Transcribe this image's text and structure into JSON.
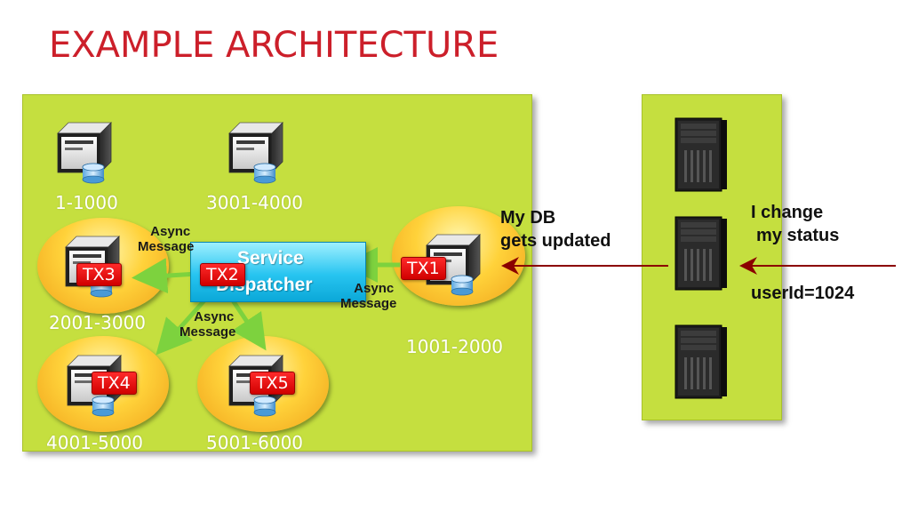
{
  "title": "EXAMPLE ARCHITECTURE",
  "nodes": {
    "top_left_range": "1-1000",
    "top_mid_range": "3001-4000",
    "tx3_range": "2001-3000",
    "tx1_range": "1001-2000",
    "tx4_range": "4001-5000",
    "tx5_range": "5001-6000"
  },
  "tx": {
    "tx1": "TX1",
    "tx2": "TX2",
    "tx3": "TX3",
    "tx4": "TX4",
    "tx5": "TX5"
  },
  "dispatcher": {
    "line1": "Service",
    "line2": "Dispatcher"
  },
  "async": {
    "line1": "Async",
    "line2": "Message"
  },
  "notes": {
    "db_line1": "My DB",
    "db_line2": "gets updated",
    "status_line1": "I change",
    "status_line2": "my status",
    "user_id": "userId=1024"
  },
  "colors": {
    "title": "#cc1f2a",
    "panel": "#c5df3f",
    "tx_badge": "#e00000",
    "dispatcher": "#27c4f0",
    "async_arrow": "#7dd23e",
    "request_arrow": "#8b0000"
  },
  "icons": {
    "node_server": "server-with-db-icon",
    "client_server": "tower-server-icon"
  }
}
